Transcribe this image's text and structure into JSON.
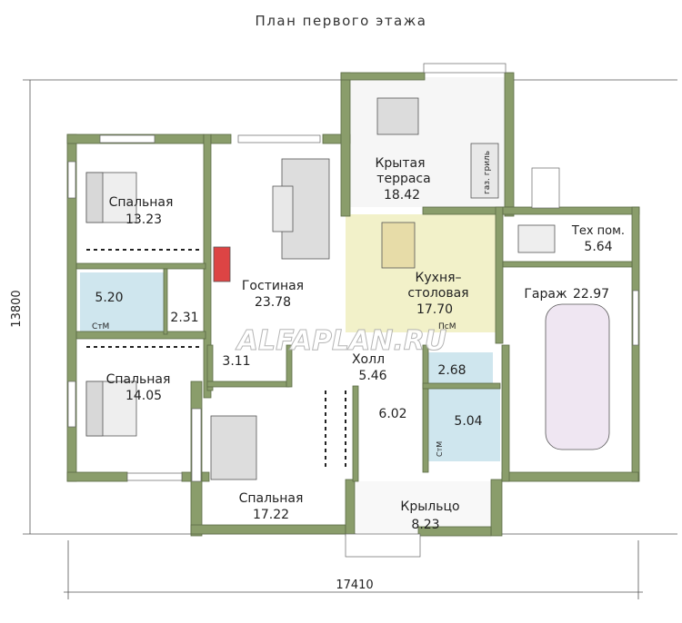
{
  "title": "План первого этажа",
  "watermark": "ALFAPLAN.RU",
  "dimensions": {
    "height": "13800",
    "width": "17410"
  },
  "rooms": [
    {
      "id": "bedroom1",
      "name": "Спальная",
      "area": "13.23"
    },
    {
      "id": "living",
      "name": "Гостиная",
      "area": "23.78"
    },
    {
      "id": "terrace",
      "name": "Крытая\nтерраса",
      "area": "18.42"
    },
    {
      "id": "kitchen",
      "name": "Кухня–\nстоловая",
      "area": "17.70"
    },
    {
      "id": "tech",
      "name": "Тех пом.",
      "area": "5.64"
    },
    {
      "id": "garage",
      "name": "Гараж",
      "area": "22.97"
    },
    {
      "id": "bath1",
      "name": "",
      "area": "5.20"
    },
    {
      "id": "corridor",
      "name": "",
      "area": "2.31"
    },
    {
      "id": "bedroom2",
      "name": "Спальная",
      "area": "14.05"
    },
    {
      "id": "closet",
      "name": "",
      "area": "3.11"
    },
    {
      "id": "hall",
      "name": "Холл",
      "area": "5.46"
    },
    {
      "id": "wc",
      "name": "",
      "area": "2.68"
    },
    {
      "id": "hall2",
      "name": "",
      "area": "6.02"
    },
    {
      "id": "bath2",
      "name": "",
      "area": "5.04"
    },
    {
      "id": "bedroom3",
      "name": "Спальная",
      "area": "17.22"
    },
    {
      "id": "porch",
      "name": "Крыльцо",
      "area": "8.23"
    }
  ],
  "fixtures": {
    "stm1": "СтМ",
    "stm2": "СтМ",
    "pm": "ПсМ",
    "grill": "газ. гриль"
  },
  "colors": {
    "wall": "#8a9d6b",
    "kitchen": "#f2f1c9",
    "bath": "#cfe6ee",
    "room": "#ffffff",
    "terrace": "#f6f6f6"
  }
}
